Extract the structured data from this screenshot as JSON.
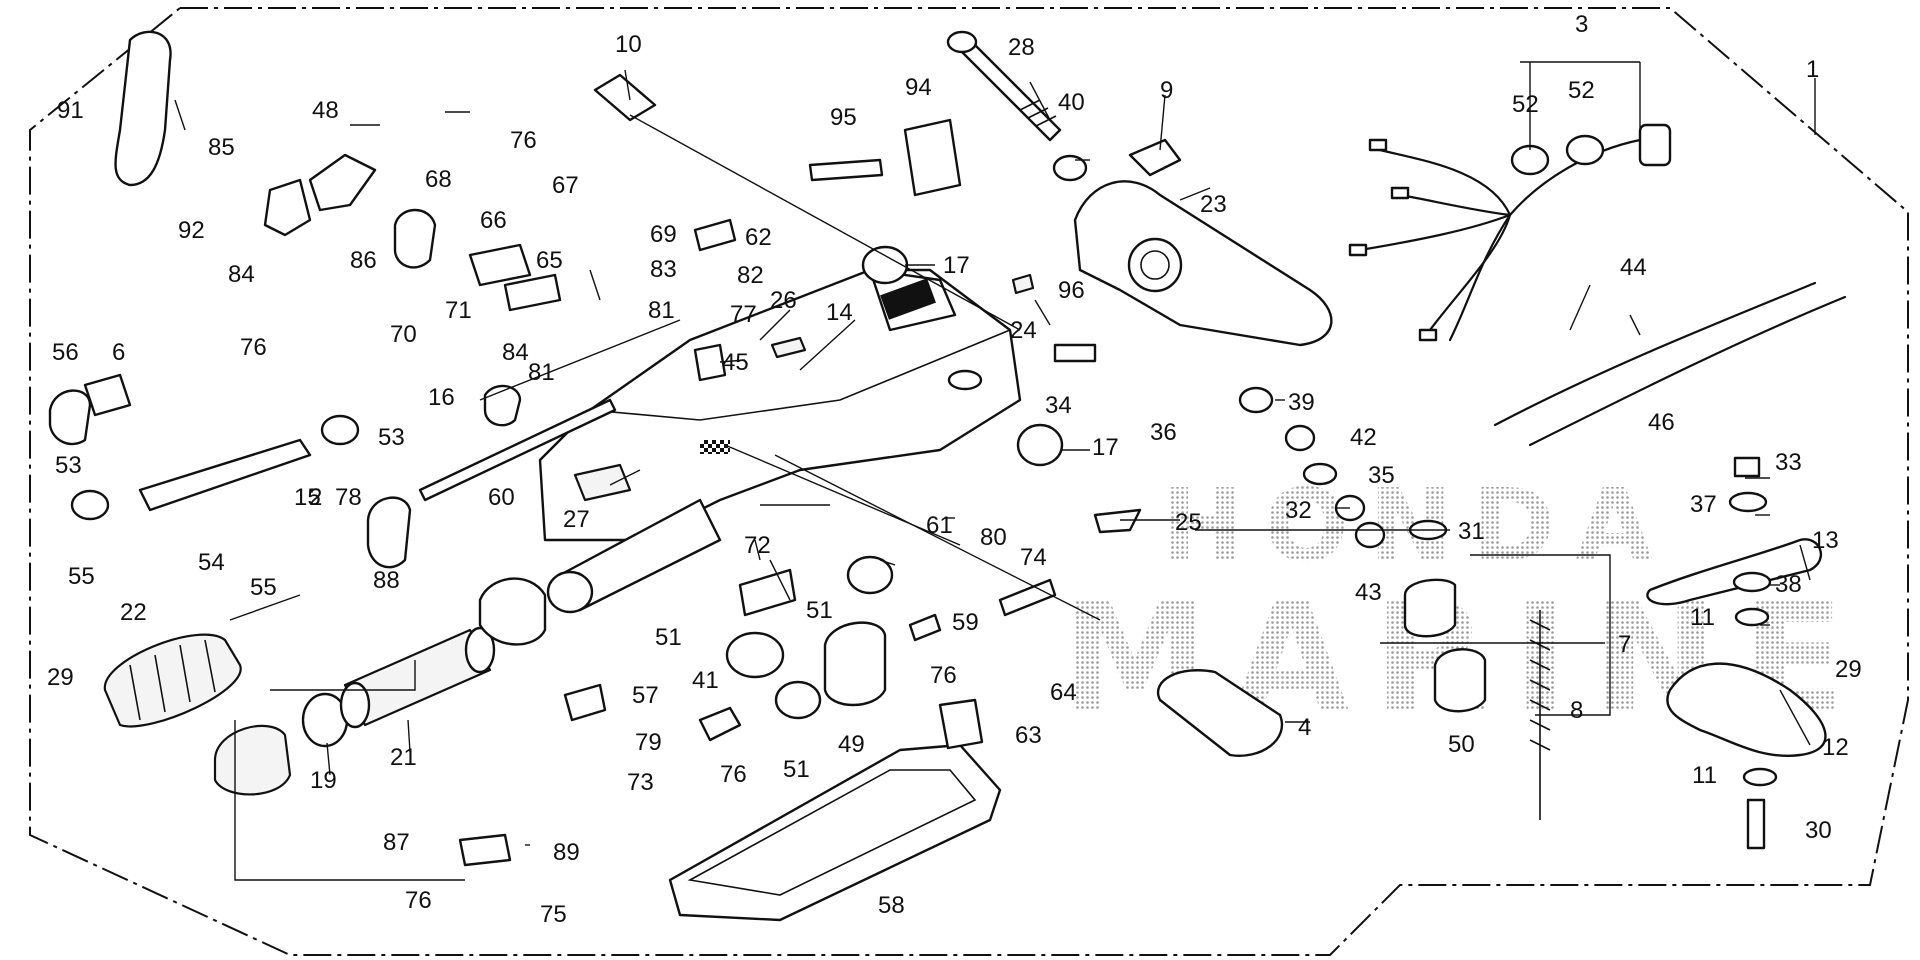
{
  "watermark": {
    "line1": "HONDA",
    "line2": "MARINE"
  },
  "callouts": [
    {
      "id": "1",
      "label": "1"
    },
    {
      "id": "2",
      "label": "2"
    },
    {
      "id": "3",
      "label": "3"
    },
    {
      "id": "4",
      "label": "4"
    },
    {
      "id": "6",
      "label": "6"
    },
    {
      "id": "7",
      "label": "7"
    },
    {
      "id": "8",
      "label": "8"
    },
    {
      "id": "9",
      "label": "9"
    },
    {
      "id": "10",
      "label": "10"
    },
    {
      "id": "11a",
      "label": "11"
    },
    {
      "id": "11b",
      "label": "11"
    },
    {
      "id": "12",
      "label": "12"
    },
    {
      "id": "13",
      "label": "13"
    },
    {
      "id": "14",
      "label": "14"
    },
    {
      "id": "15",
      "label": "15"
    },
    {
      "id": "16",
      "label": "16"
    },
    {
      "id": "17a",
      "label": "17"
    },
    {
      "id": "17b",
      "label": "17"
    },
    {
      "id": "19",
      "label": "19"
    },
    {
      "id": "21",
      "label": "21"
    },
    {
      "id": "22",
      "label": "22"
    },
    {
      "id": "23",
      "label": "23"
    },
    {
      "id": "24",
      "label": "24"
    },
    {
      "id": "25",
      "label": "25"
    },
    {
      "id": "26",
      "label": "26"
    },
    {
      "id": "27",
      "label": "27"
    },
    {
      "id": "28",
      "label": "28"
    },
    {
      "id": "29a",
      "label": "29"
    },
    {
      "id": "29b",
      "label": "29"
    },
    {
      "id": "30",
      "label": "30"
    },
    {
      "id": "31",
      "label": "31"
    },
    {
      "id": "32",
      "label": "32"
    },
    {
      "id": "33",
      "label": "33"
    },
    {
      "id": "34",
      "label": "34"
    },
    {
      "id": "35",
      "label": "35"
    },
    {
      "id": "36",
      "label": "36"
    },
    {
      "id": "37",
      "label": "37"
    },
    {
      "id": "38",
      "label": "38"
    },
    {
      "id": "39",
      "label": "39"
    },
    {
      "id": "40",
      "label": "40"
    },
    {
      "id": "41",
      "label": "41"
    },
    {
      "id": "42",
      "label": "42"
    },
    {
      "id": "43",
      "label": "43"
    },
    {
      "id": "44",
      "label": "44"
    },
    {
      "id": "45",
      "label": "45"
    },
    {
      "id": "46",
      "label": "46"
    },
    {
      "id": "48",
      "label": "48"
    },
    {
      "id": "49",
      "label": "49"
    },
    {
      "id": "50",
      "label": "50"
    },
    {
      "id": "51a",
      "label": "51"
    },
    {
      "id": "51b",
      "label": "51"
    },
    {
      "id": "51c",
      "label": "51"
    },
    {
      "id": "52a",
      "label": "52"
    },
    {
      "id": "52b",
      "label": "52"
    },
    {
      "id": "53a",
      "label": "53"
    },
    {
      "id": "53b",
      "label": "53"
    },
    {
      "id": "54",
      "label": "54"
    },
    {
      "id": "55a",
      "label": "55"
    },
    {
      "id": "55b",
      "label": "55"
    },
    {
      "id": "56",
      "label": "56"
    },
    {
      "id": "57",
      "label": "57"
    },
    {
      "id": "58",
      "label": "58"
    },
    {
      "id": "59",
      "label": "59"
    },
    {
      "id": "60",
      "label": "60"
    },
    {
      "id": "61",
      "label": "61"
    },
    {
      "id": "62",
      "label": "62"
    },
    {
      "id": "63",
      "label": "63"
    },
    {
      "id": "64",
      "label": "64"
    },
    {
      "id": "65",
      "label": "65"
    },
    {
      "id": "66",
      "label": "66"
    },
    {
      "id": "67",
      "label": "67"
    },
    {
      "id": "68",
      "label": "68"
    },
    {
      "id": "69",
      "label": "69"
    },
    {
      "id": "70",
      "label": "70"
    },
    {
      "id": "71",
      "label": "71"
    },
    {
      "id": "72",
      "label": "72"
    },
    {
      "id": "73",
      "label": "73"
    },
    {
      "id": "74",
      "label": "74"
    },
    {
      "id": "75",
      "label": "75"
    },
    {
      "id": "76a",
      "label": "76"
    },
    {
      "id": "76b",
      "label": "76"
    },
    {
      "id": "76c",
      "label": "76"
    },
    {
      "id": "76d",
      "label": "76"
    },
    {
      "id": "76e",
      "label": "76"
    },
    {
      "id": "77",
      "label": "77"
    },
    {
      "id": "78",
      "label": "78"
    },
    {
      "id": "79",
      "label": "79"
    },
    {
      "id": "80",
      "label": "80"
    },
    {
      "id": "81a",
      "label": "81"
    },
    {
      "id": "81b",
      "label": "81"
    },
    {
      "id": "82",
      "label": "82"
    },
    {
      "id": "83",
      "label": "83"
    },
    {
      "id": "84a",
      "label": "84"
    },
    {
      "id": "84b",
      "label": "84"
    },
    {
      "id": "85",
      "label": "85"
    },
    {
      "id": "86",
      "label": "86"
    },
    {
      "id": "87",
      "label": "87"
    },
    {
      "id": "88",
      "label": "88"
    },
    {
      "id": "89",
      "label": "89"
    },
    {
      "id": "91",
      "label": "91"
    },
    {
      "id": "92",
      "label": "92"
    },
    {
      "id": "94",
      "label": "94"
    },
    {
      "id": "95",
      "label": "95"
    },
    {
      "id": "96",
      "label": "96"
    }
  ]
}
